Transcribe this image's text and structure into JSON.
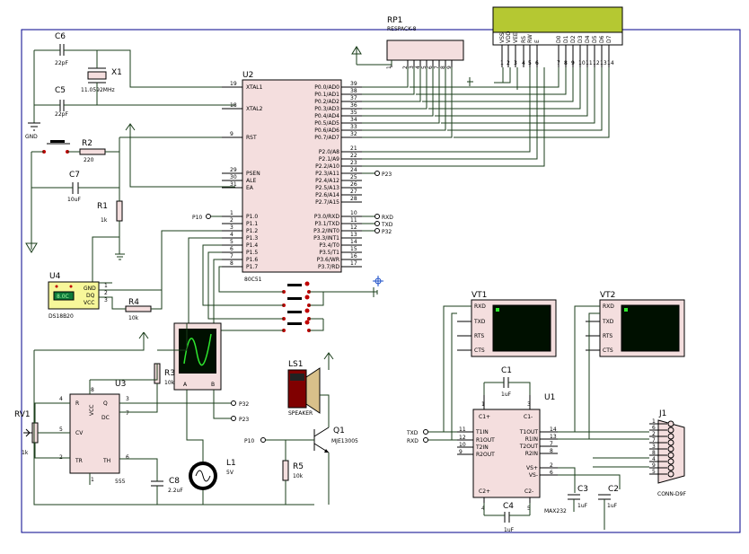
{
  "components": {
    "rp1": {
      "ref": "RP1",
      "value": "RESPACK-8",
      "pins": [
        "1",
        "2",
        "3",
        "4",
        "5",
        "6",
        "7",
        "8",
        "9"
      ]
    },
    "lcd": {
      "pins": [
        "VSS",
        "VDD",
        "VEE",
        "RS",
        "RW",
        "E",
        "D0",
        "D1",
        "D2",
        "D3",
        "D4",
        "D5",
        "D6",
        "D7"
      ],
      "nums": [
        "1",
        "2",
        "3",
        "4",
        "5",
        "6",
        "7",
        "8",
        "9",
        "10",
        "11",
        "12",
        "13",
        "14"
      ]
    },
    "c6": {
      "ref": "C6",
      "value": "22pF"
    },
    "c5": {
      "ref": "C5",
      "value": "22pF"
    },
    "x1": {
      "ref": "X1",
      "value": "11.0592MHz"
    },
    "gnd": "GND",
    "r2": {
      "ref": "R2",
      "value": "220"
    },
    "c7": {
      "ref": "C7",
      "value": "10uF"
    },
    "r1": {
      "ref": "R1",
      "value": "1k"
    },
    "u4": {
      "ref": "U4",
      "value": "DS18B20",
      "display": "8.0C",
      "pins": [
        "GND",
        "DQ",
        "VCC"
      ],
      "nums": [
        "1",
        "2",
        "3"
      ]
    },
    "r4": {
      "ref": "R4",
      "value": "10k"
    },
    "u2": {
      "ref": "U2",
      "value": "80C51",
      "left_pins": [
        {
          "n": "19",
          "name": "XTAL1"
        },
        {
          "n": "18",
          "name": "XTAL2"
        },
        {
          "n": "9",
          "name": "RST"
        },
        {
          "n": "29",
          "name": "PSEN"
        },
        {
          "n": "30",
          "name": "ALE"
        },
        {
          "n": "31",
          "name": "EA"
        },
        {
          "n": "1",
          "name": "P1.0"
        },
        {
          "n": "2",
          "name": "P1.1"
        },
        {
          "n": "3",
          "name": "P1.2"
        },
        {
          "n": "4",
          "name": "P1.3"
        },
        {
          "n": "5",
          "name": "P1.4"
        },
        {
          "n": "6",
          "name": "P1.5"
        },
        {
          "n": "7",
          "name": "P1.6"
        },
        {
          "n": "8",
          "name": "P1.7"
        }
      ],
      "right_pins": [
        {
          "n": "39",
          "name": "P0.0/AD0"
        },
        {
          "n": "38",
          "name": "P0.1/AD1"
        },
        {
          "n": "37",
          "name": "P0.2/AD2"
        },
        {
          "n": "36",
          "name": "P0.3/AD3"
        },
        {
          "n": "35",
          "name": "P0.4/AD4"
        },
        {
          "n": "34",
          "name": "P0.5/AD5"
        },
        {
          "n": "33",
          "name": "P0.6/AD6"
        },
        {
          "n": "32",
          "name": "P0.7/AD7"
        },
        {
          "n": "21",
          "name": "P2.0/A8"
        },
        {
          "n": "22",
          "name": "P2.1/A9"
        },
        {
          "n": "23",
          "name": "P2.2/A10"
        },
        {
          "n": "24",
          "name": "P2.3/A11"
        },
        {
          "n": "25",
          "name": "P2.4/A12"
        },
        {
          "n": "26",
          "name": "P2.5/A13"
        },
        {
          "n": "27",
          "name": "P2.6/A14"
        },
        {
          "n": "28",
          "name": "P2.7/A15"
        },
        {
          "n": "10",
          "name": "P3.0/RXD"
        },
        {
          "n": "11",
          "name": "P3.1/TXD"
        },
        {
          "n": "12",
          "name": "P3.2/INT0"
        },
        {
          "n": "13",
          "name": "P3.3/INT1"
        },
        {
          "n": "14",
          "name": "P3.4/T0"
        },
        {
          "n": "15",
          "name": "P3.5/T1"
        },
        {
          "n": "16",
          "name": "P3.6/WR"
        },
        {
          "n": "17",
          "name": "P3.7/RD"
        }
      ]
    },
    "terminals": {
      "p23": "P23",
      "p10": "P10",
      "rxd": "RXD",
      "txd": "TXD",
      "p32": "P32"
    },
    "vt1": {
      "ref": "VT1",
      "pins": [
        "RXD",
        "TXD",
        "RTS",
        "CTS"
      ]
    },
    "vt2": {
      "ref": "VT2",
      "pins": [
        "RXD",
        "TXD",
        "RTS",
        "CTS"
      ]
    },
    "c1": {
      "ref": "C1",
      "value": "1uF"
    },
    "u1": {
      "ref": "U1",
      "value": "MAX232",
      "left_pins": [
        {
          "n": "1",
          "name": "C1+"
        },
        {
          "n": "11",
          "name": "T1IN"
        },
        {
          "n": "12",
          "name": "R1OUT"
        },
        {
          "n": "10",
          "name": "T2IN"
        },
        {
          "n": "9",
          "name": "R2OUT"
        },
        {
          "n": "4",
          "name": "C2+"
        }
      ],
      "right_pins": [
        {
          "n": "3",
          "name": "C1-"
        },
        {
          "n": "14",
          "name": "T1OUT"
        },
        {
          "n": "13",
          "name": "R1IN"
        },
        {
          "n": "7",
          "name": "T2OUT"
        },
        {
          "n": "8",
          "name": "R2IN"
        },
        {
          "n": "2",
          "name": "VS+"
        },
        {
          "n": "6",
          "name": "VS-"
        },
        {
          "n": "5",
          "name": "C2-"
        }
      ]
    },
    "j1": {
      "ref": "J1",
      "value": "CONN-D9F",
      "pins": [
        "1",
        "6",
        "2",
        "7",
        "3",
        "8",
        "4",
        "9",
        "5"
      ]
    },
    "c3": {
      "ref": "C3",
      "value": "1uF"
    },
    "c2": {
      "ref": "C2",
      "value": "1uF"
    },
    "c4": {
      "ref": "C4",
      "value": "1uF"
    },
    "rv1": {
      "ref": "RV1",
      "value": "1k"
    },
    "u3": {
      "ref": "U3",
      "value": "555",
      "pins": [
        {
          "n": "4",
          "name": "R"
        },
        {
          "n": "8",
          "name": "VCC"
        },
        {
          "n": "3",
          "name": "Q"
        },
        {
          "n": "7",
          "name": "DC"
        },
        {
          "n": "5",
          "name": "CV"
        },
        {
          "n": "2",
          "name": "TR"
        },
        {
          "n": "6",
          "name": "TH"
        },
        {
          "n": "1",
          "name": "GND"
        }
      ]
    },
    "r3": {
      "ref": "R3",
      "value": "10k"
    },
    "c8": {
      "ref": "C8",
      "value": "2.2uF"
    },
    "l1": {
      "ref": "L1",
      "value": "5V"
    },
    "ls1": {
      "ref": "LS1",
      "value": "SPEAKER"
    },
    "q1": {
      "ref": "Q1",
      "value": "MJE13005"
    },
    "r5": {
      "ref": "R5",
      "value": "10k"
    },
    "scope": {
      "pins": [
        "A",
        "B"
      ]
    }
  }
}
